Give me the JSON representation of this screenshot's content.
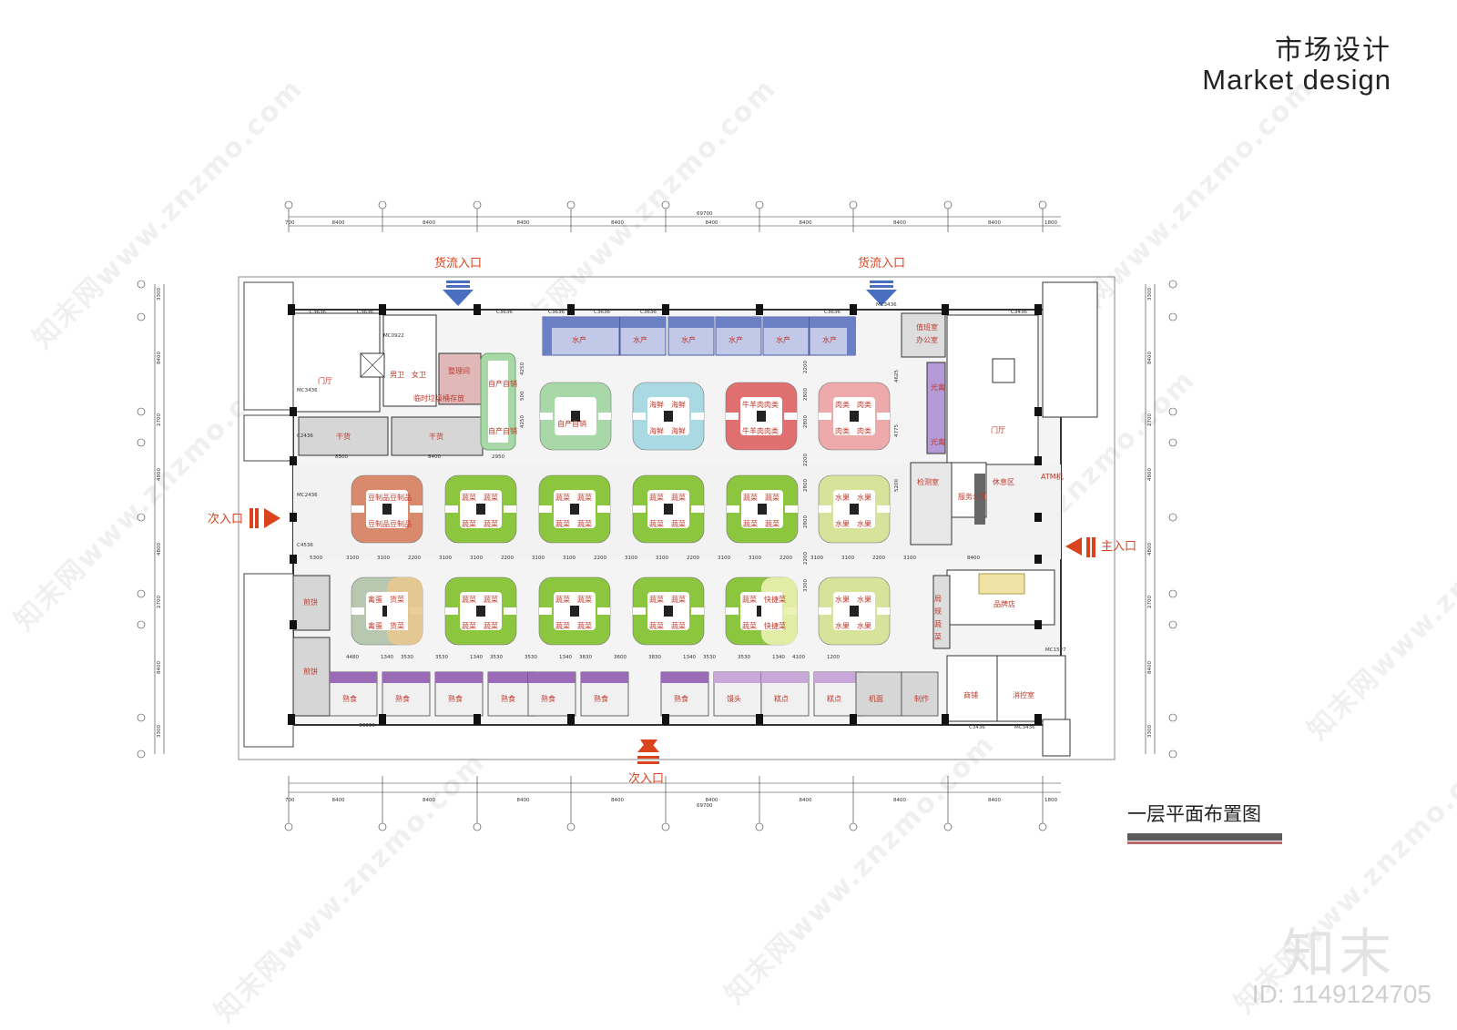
{
  "header": {
    "title_cn": "市场设计",
    "title_en": "Market design"
  },
  "caption": "一层平面布置图",
  "brand": {
    "logo_text": "知末",
    "id_text": "ID: 1149124705"
  },
  "watermark": "知末网www.znzmo.com",
  "entrances": {
    "cargo": "货流入口",
    "main": "主入口",
    "secondary": "次入口"
  },
  "colors": {
    "seafood_blue": "#6b7fc4",
    "veg_green": "#8cc63f",
    "meat_red": "#e07070",
    "fruit_lime": "#d7e39b",
    "tofu_orange": "#d98a6c",
    "cooked_purple": "#9b6bb8",
    "self_green": "#a8d8a8",
    "seafood_cyan": "#a9d9e3",
    "entry_red": "#d9431e"
  },
  "rooms": {
    "lobby_left": "门厅",
    "lobby_right": "门厅",
    "dry_1": "干货",
    "dry_2": "干货",
    "mens_wc": "男卫",
    "womens_wc": "女卫",
    "cleaning": "整理间",
    "garbage": "临时垃圾桶存放",
    "duty": "值班室",
    "office": "办公室",
    "rest": "休息区",
    "test": "检测室",
    "service": "服务公司",
    "brand_store": "品牌店",
    "shop": "商铺",
    "fire_control": "消控室",
    "pancake_1": "煎饼",
    "pancake_2": "煎饼",
    "light_1": "光禽",
    "light_2": "光禽",
    "atm": "ATM机",
    "aquatic_stalls": [
      "水产",
      "水产",
      "水产",
      "水产",
      "水产",
      "水产"
    ],
    "self_sale": "自产自销",
    "self_sale_side_1": "自产自销",
    "self_sale_side_2": "自产自销",
    "bottom_stalls": [
      "熟食",
      "熟食",
      "熟食",
      "熟食",
      "熟食",
      "熟食",
      "熟食",
      "馒头",
      "糕点",
      "糕点",
      "机面",
      "制作"
    ],
    "special_stall": [
      "局",
      "规",
      "蔬",
      "菜"
    ]
  },
  "stall_labels": {
    "tofu": "豆制品",
    "veg": "蔬菜",
    "fruit": "水果",
    "seafood": "海鲜",
    "beef_lamb": "牛羊肉",
    "meat": "肉类",
    "egg": "禽蛋",
    "grocery": "货菜",
    "quick": "快捷菜"
  },
  "dimensions": {
    "total": "69700",
    "grid": [
      "700",
      "8400",
      "8400",
      "8400",
      "8400",
      "8400",
      "8400",
      "8400",
      "8400",
      "1800"
    ],
    "row1": [
      "8300",
      "8400",
      "2950"
    ],
    "row2": [
      "5300",
      "3100",
      "3100",
      "2200",
      "3100",
      "3100",
      "2200",
      "3100",
      "3100",
      "2200",
      "3100",
      "3100",
      "2200",
      "3100",
      "3100",
      "2200",
      "3100",
      "3100",
      "2200",
      "3100",
      "8400"
    ],
    "row3": [
      "4480",
      "1340",
      "3530",
      "3530",
      "1340",
      "3530",
      "3530",
      "1340",
      "3830",
      "3600",
      "3830",
      "1340",
      "3530",
      "3530",
      "1340",
      "4100",
      "1200"
    ],
    "vert": [
      "3300",
      "8400",
      "2700",
      "4800",
      "4800",
      "2700",
      "8400",
      "3300"
    ],
    "inner_v": [
      "4250",
      "4250",
      "500",
      "2200",
      "2800",
      "2800",
      "2200",
      "2800",
      "2800",
      "2200",
      "3300",
      "4625",
      "4775",
      "5200"
    ],
    "window_tags": [
      "C3636",
      "C3636",
      "C3636",
      "C3636",
      "C3636",
      "C3636",
      "C3636",
      "MC3436",
      "C3436",
      "MC3436",
      "C2436",
      "MC2436",
      "C4536",
      "MC1527",
      "MC3436",
      "C3436",
      "MC0922",
      "C3636"
    ]
  }
}
